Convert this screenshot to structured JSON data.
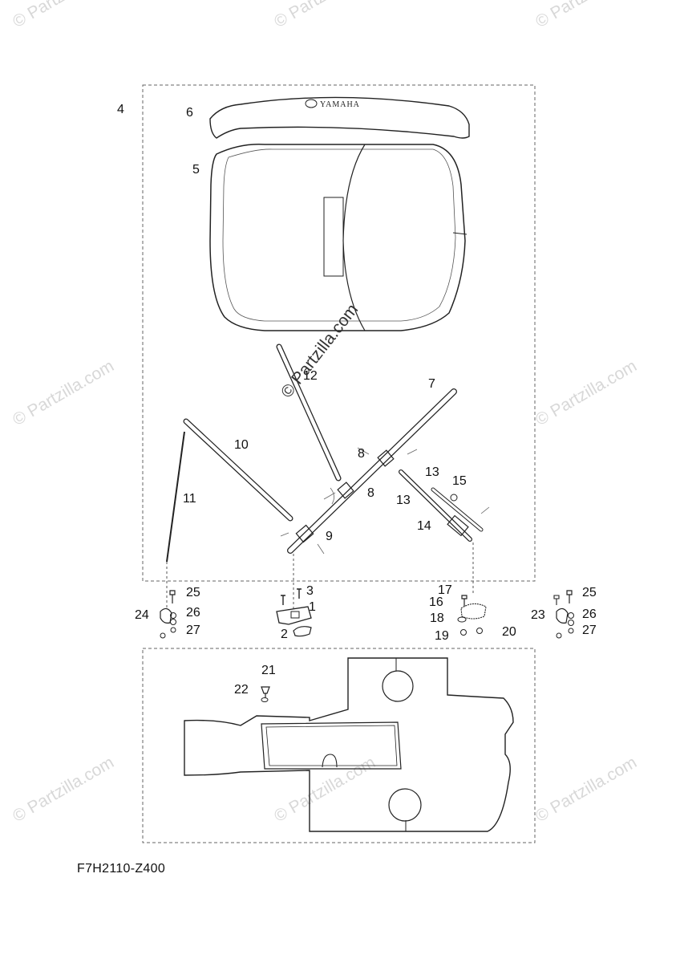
{
  "watermark": "© Partzilla.com",
  "center_watermark": "© Partzilla.com",
  "brand_mark": "YAMAHA",
  "diagram_code": "F7H2110-Z400",
  "callouts": [
    "1",
    "2",
    "3",
    "4",
    "5",
    "6",
    "7",
    "8",
    "8",
    "9",
    "10",
    "11",
    "12",
    "13",
    "13",
    "14",
    "15",
    "16",
    "17",
    "18",
    "19",
    "20",
    "21",
    "22",
    "23",
    "24",
    "25",
    "25",
    "26",
    "26",
    "27",
    "27"
  ]
}
